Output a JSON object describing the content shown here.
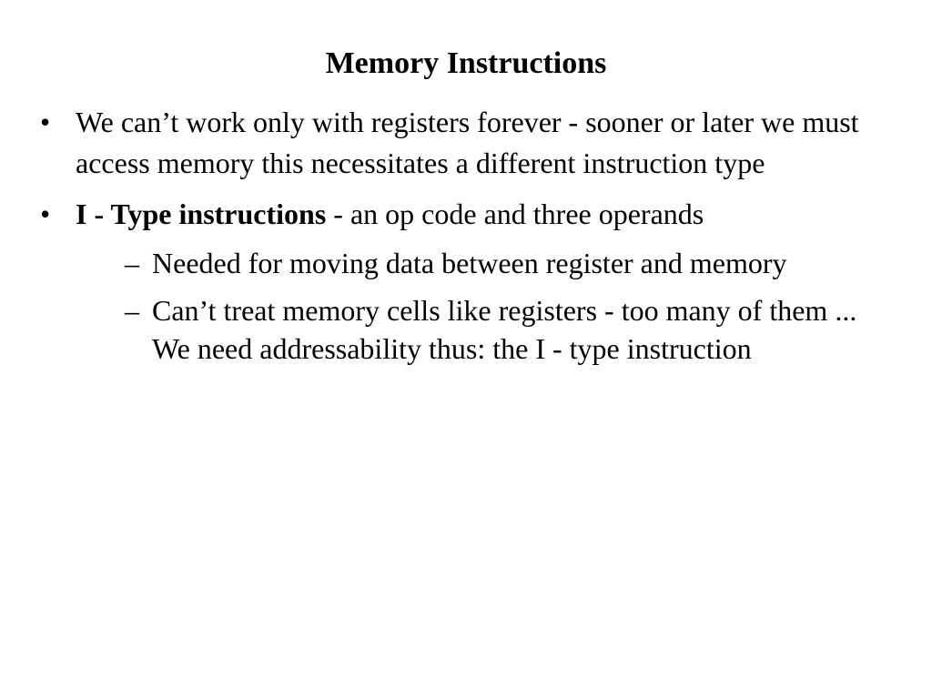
{
  "slide": {
    "title": "Memory Instructions",
    "bullets": [
      {
        "marker": "•",
        "text": "We can’t work only with registers forever - sooner or later we must access memory this necessitates a different instruction type"
      },
      {
        "marker": "•",
        "bold_text": "I - Type instructions",
        "text": " - an op code and three operands",
        "sub_bullets": [
          {
            "marker": "–",
            "text": "Needed for moving data between register and memory"
          },
          {
            "marker": "–",
            "text": "Can’t treat memory cells like registers - too many of them ...  We need addressability thus: the I - type instruction"
          }
        ]
      }
    ]
  }
}
